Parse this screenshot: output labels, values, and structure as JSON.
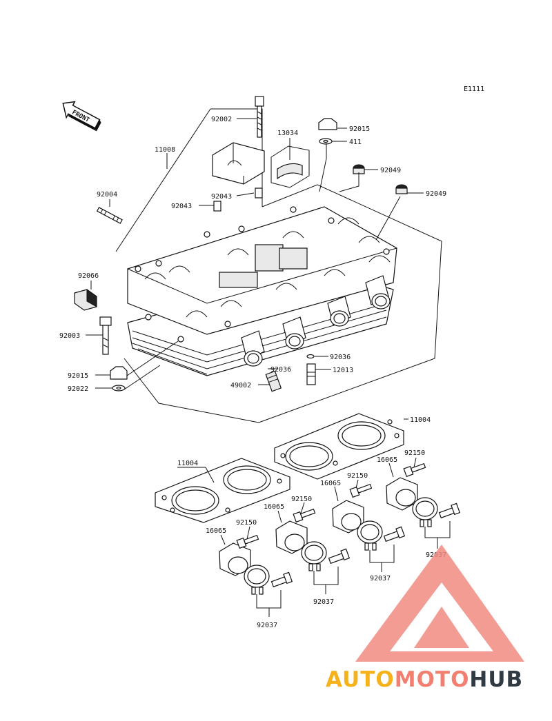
{
  "diagram": {
    "ref_code": "E1111",
    "front_label": "FRONT",
    "labels": {
      "l11008": "11008",
      "l92002": "92002",
      "l13034": "13034",
      "l92015a": "92015",
      "l411": "411",
      "l92049a": "92049",
      "l92049b": "92049",
      "l92004": "92004",
      "l92043a": "92043",
      "l92043b": "92043",
      "l92066": "92066",
      "l92003": "92003",
      "l92015b": "92015",
      "l92022": "92022",
      "l92036a": "92036",
      "l92036b": "92036",
      "l12013": "12013",
      "l49002": "49002",
      "l11004a": "11004",
      "l11004b": "11004",
      "l16065a": "16065",
      "l16065b": "16065",
      "l16065c": "16065",
      "l16065d": "16065",
      "l92150a": "92150",
      "l92150b": "92150",
      "l92150c": "92150",
      "l92150d": "92150",
      "l92037a": "92037",
      "l92037b": "92037",
      "l92037c": "92037",
      "l92037d": "92037"
    }
  },
  "watermark": {
    "auto": "AUTO",
    "moto": "MOTO",
    "hub": "HUB",
    "color_auto": "#f5b21a",
    "color_moto": "#f27f6f",
    "color_hub": "#2f3a43",
    "triangle_color": "#f28b82"
  }
}
